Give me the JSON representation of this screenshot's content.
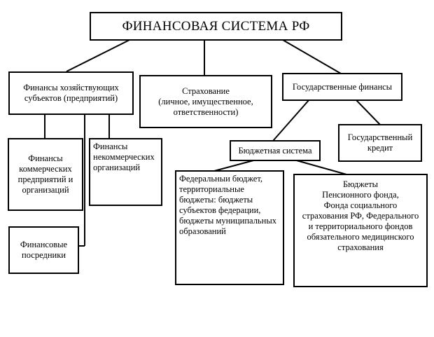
{
  "diagram": {
    "root": "ФИНАНСОВАЯ СИСТЕМА РФ",
    "enterprise_finance": [
      "Финансы хозяйствующих",
      "субъектов (предприятий)"
    ],
    "insurance": [
      "Страхование",
      "(личное, имущественное,",
      "ответственности)"
    ],
    "state_finance": "Государственные финансы",
    "commercial": [
      "Финансы",
      "коммерческих",
      "предприятий и",
      "организаций"
    ],
    "noncommercial": [
      "Финансы",
      "некоммерческих",
      "организаций"
    ],
    "intermediaries": [
      "Финансовые",
      "посредники"
    ],
    "budget_system": "Бюджетная система",
    "state_credit": [
      "Государственный",
      "кредит"
    ],
    "budgets": [
      "Федеральныи бюджет,",
      "территориальные",
      "бюджеты: бюджеты",
      "субъектов федерации,",
      "бюджеты муниципальных",
      "образований"
    ],
    "funds": [
      "Бюджеты",
      "Пенсионного фонда,",
      "Фонда социального",
      "страхования РФ, Федерального",
      "и территориального фондов",
      "обязательного медицинского",
      "страхования"
    ]
  }
}
